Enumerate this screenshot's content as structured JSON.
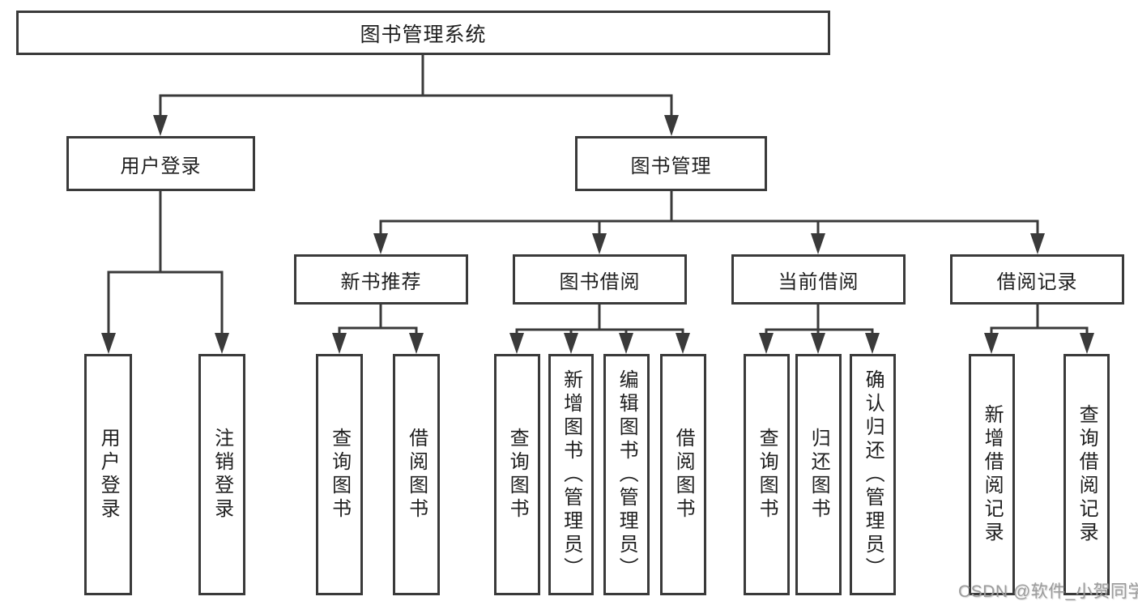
{
  "diagram": {
    "root": {
      "label": "图书管理系统"
    },
    "level2": [
      {
        "label": "用户登录"
      },
      {
        "label": "图书管理"
      }
    ],
    "level3": [
      {
        "label": "新书推荐"
      },
      {
        "label": "图书借阅"
      },
      {
        "label": "当前借阅"
      },
      {
        "label": "借阅记录"
      }
    ],
    "leaves": {
      "user_login_group": [
        {
          "label": "用户登录"
        },
        {
          "label": "注销登录"
        }
      ],
      "new_book_group": [
        {
          "label": "查询图书"
        },
        {
          "label": "借阅图书"
        }
      ],
      "book_borrow_group": [
        {
          "label": "查询图书"
        },
        {
          "label": "新增图书（管理员）"
        },
        {
          "label": "编辑图书（管理员）"
        },
        {
          "label": "借阅图书"
        }
      ],
      "current_borrow_group": [
        {
          "label": "查询图书"
        },
        {
          "label": "归还图书"
        },
        {
          "label": "确认归还（管理员）"
        }
      ],
      "borrow_record_group": [
        {
          "label": "新增借阅记录"
        },
        {
          "label": "查询借阅记录"
        }
      ]
    }
  },
  "watermark": {
    "text": "CSDN @软件_小贺同学"
  },
  "colors": {
    "line": "#3a3a3a",
    "text": "#1f1f1f",
    "background": "#ffffff",
    "watermark": "#9c9c9c"
  }
}
